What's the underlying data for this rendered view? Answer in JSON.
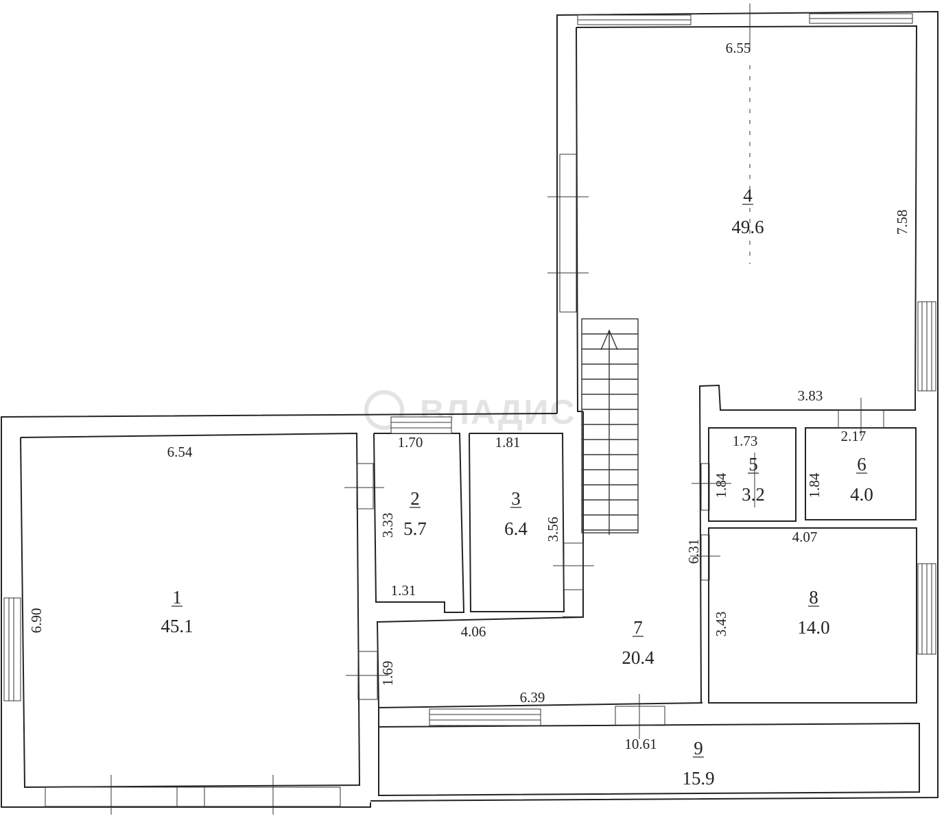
{
  "watermark": "ВЛАДИС",
  "rooms": [
    {
      "number": "1",
      "area": "45.1"
    },
    {
      "number": "2",
      "area": "5.7"
    },
    {
      "number": "3",
      "area": "6.4"
    },
    {
      "number": "4",
      "area": "49.6"
    },
    {
      "number": "5",
      "area": "3.2"
    },
    {
      "number": "6",
      "area": "4.0"
    },
    {
      "number": "7",
      "area": "20.4"
    },
    {
      "number": "8",
      "area": "14.0"
    },
    {
      "number": "9",
      "area": "15.9"
    }
  ],
  "dimensions": {
    "r1_width": "6.54",
    "r1_height": "6.90",
    "r2_top": "1.70",
    "r2_side": "3.33",
    "r2_bottom": "1.31",
    "r3_top": "1.81",
    "r3_side": "3.56",
    "r4_top": "6.55",
    "r4_side": "7.58",
    "r4_bottom": "3.83",
    "r5_top": "1.73",
    "r5_side": "1.84",
    "r6_top": "2.17",
    "r6_side": "1.84",
    "r7_top": "4.06",
    "r7_side": "1.69",
    "r7_bottom": "6.39",
    "r7_right": "6.31",
    "r8_top": "4.07",
    "r8_side": "3.43",
    "r9_top": "10.61"
  }
}
